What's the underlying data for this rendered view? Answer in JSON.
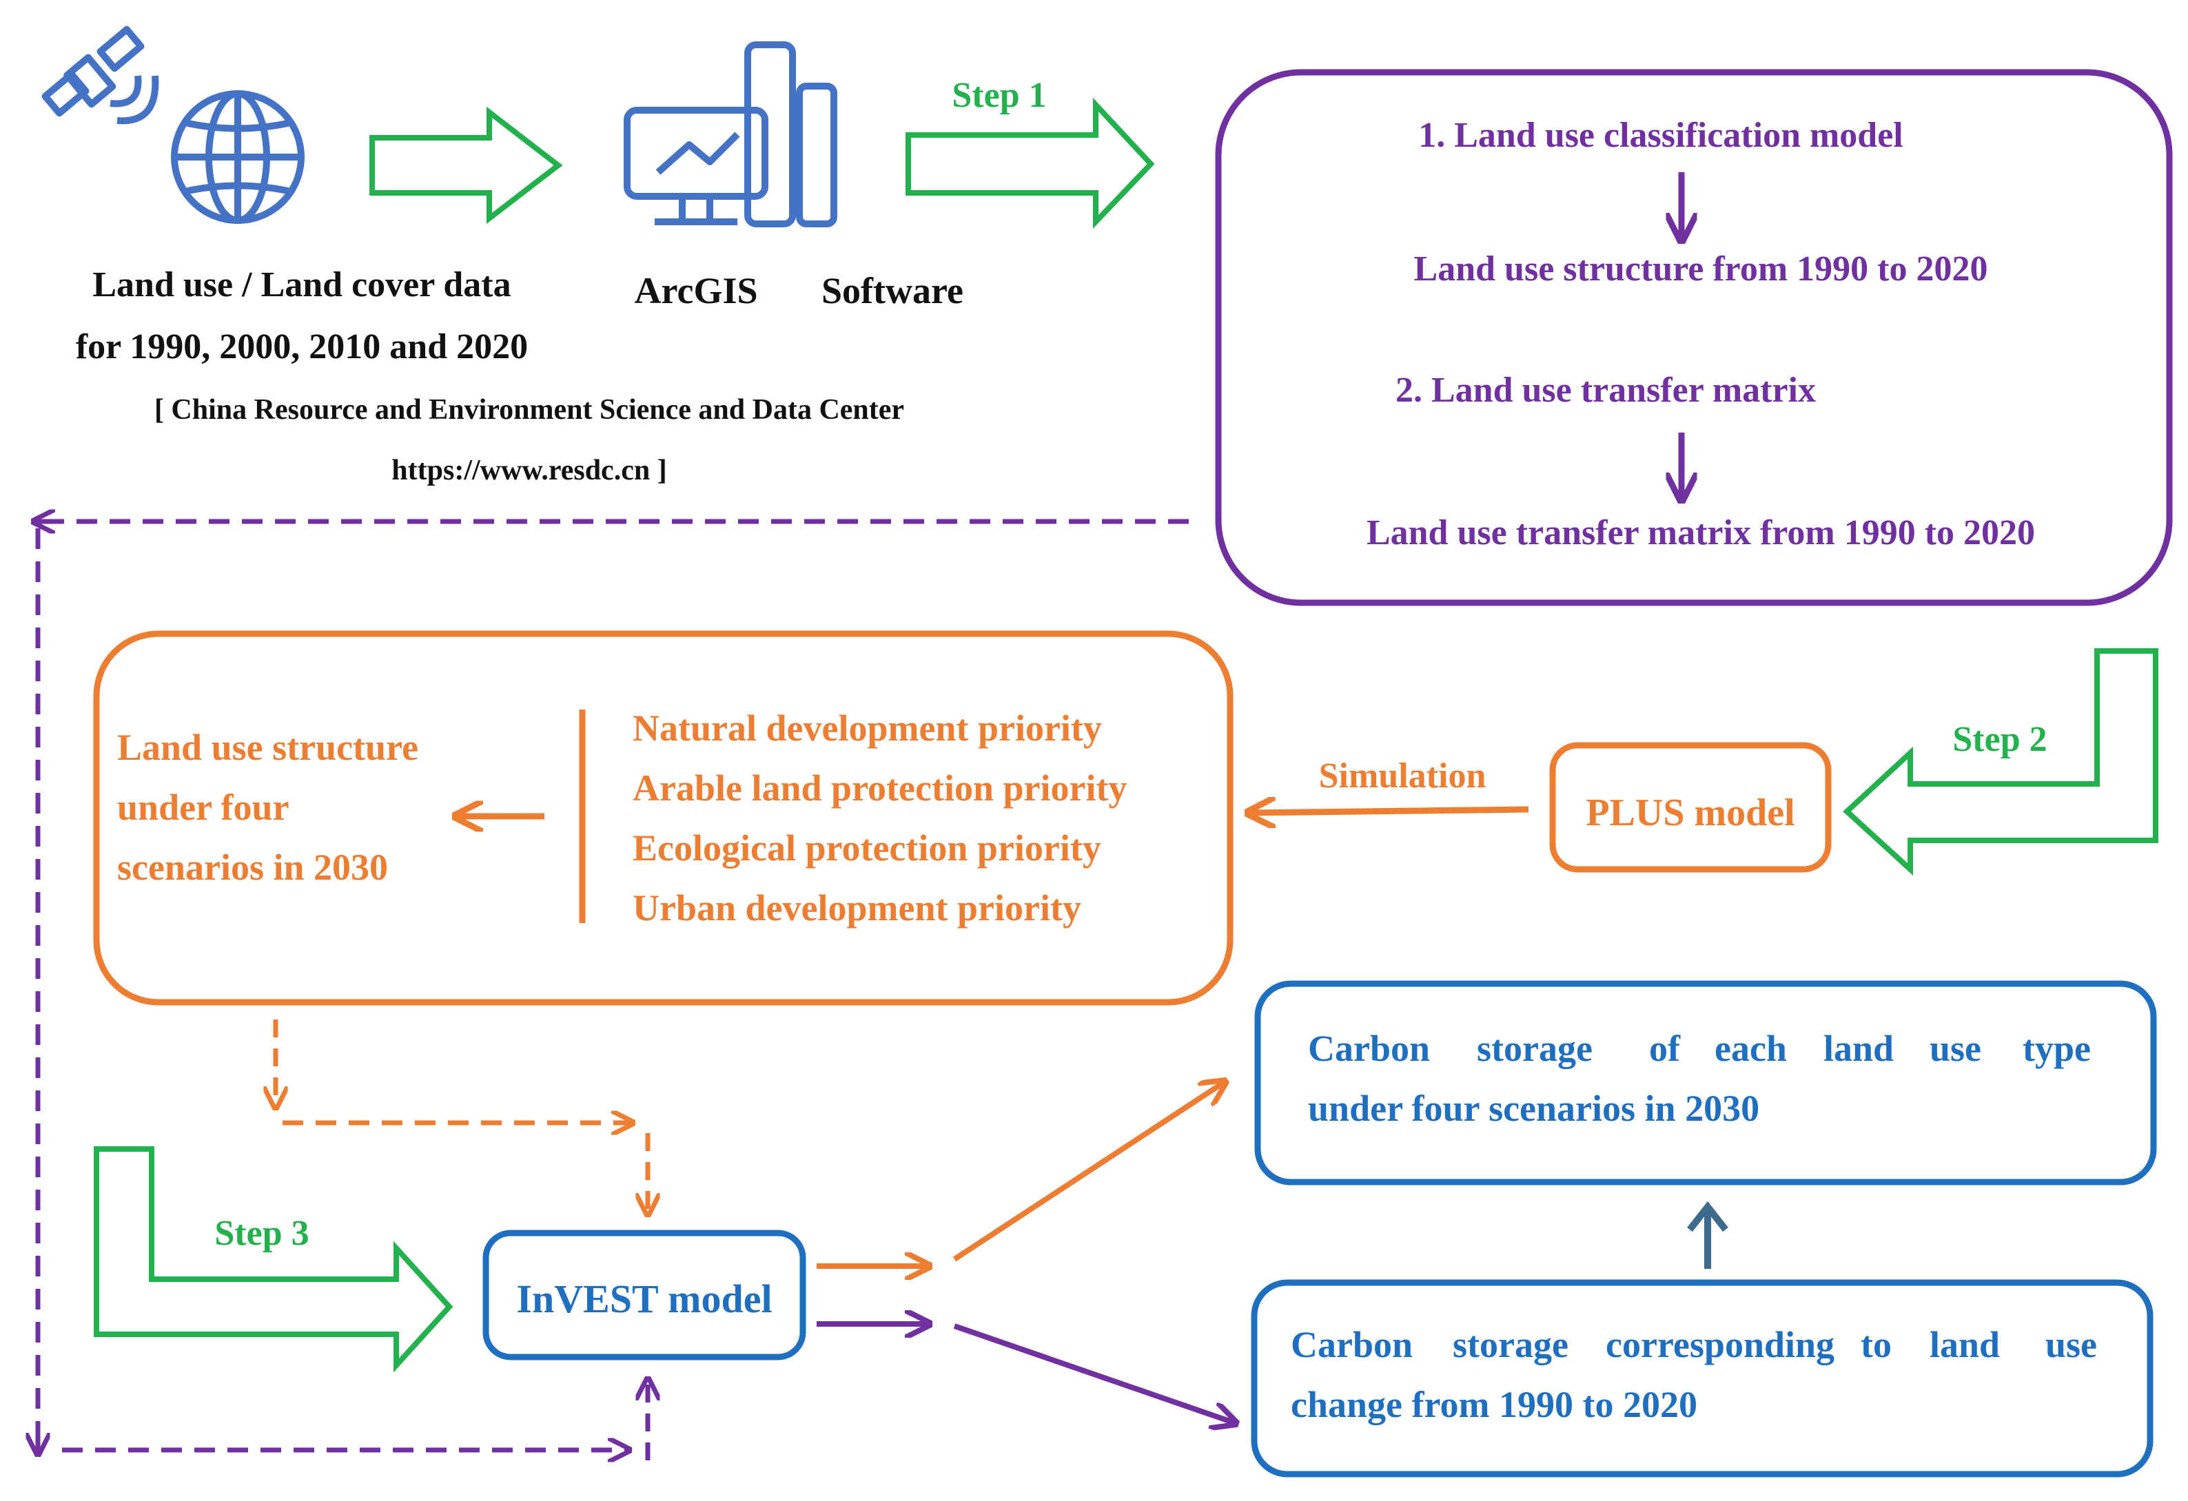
{
  "colors": {
    "green": "#22B14C",
    "purple": "#7030A0",
    "orange": "#ED7D31",
    "blue": "#1F6FC1",
    "icon_blue": "#4472C4",
    "black": "#111111"
  },
  "icons": {
    "satellite": "satellite-icon",
    "globe": "globe-icon",
    "arcgis": "chart-monitor-icon"
  },
  "data_block": {
    "line1": "Land use / Land cover data",
    "line2": "for 1990, 2000, 2010 and 2020",
    "source1": "[ China Resource and Environment Science and Data Center",
    "source2": "https://www.resdc.cn ]"
  },
  "software": {
    "arcgis": "ArcGIS",
    "label": "Software"
  },
  "steps": {
    "step1": "Step 1",
    "step2": "Step 2",
    "step3": "Step 3"
  },
  "purple_box": {
    "item1": "1.   Land use classification model",
    "result1": "Land use structure from 1990 to 2020",
    "item2": "2.  Land use transfer matrix",
    "result2": "Land use transfer matrix from 1990 to 2020"
  },
  "orange_box": {
    "structure": [
      "Land use structure",
      "under four",
      "scenarios in 2030"
    ],
    "scenarios": [
      "Natural development priority",
      "Arable land protection priority",
      "Ecological protection priority",
      "Urban development priority"
    ]
  },
  "simulation": "Simulation",
  "plus_model": "PLUS model",
  "invest_model": "InVEST model",
  "carbon_box_1": [
    "Carbon",
    "storage",
    "of",
    "each",
    "land",
    "use",
    "type",
    "under four scenarios in 2030"
  ],
  "carbon_box_2": [
    "Carbon",
    "storage",
    "corresponding",
    "to",
    "land",
    "use",
    "change from 1990 to 2020"
  ]
}
